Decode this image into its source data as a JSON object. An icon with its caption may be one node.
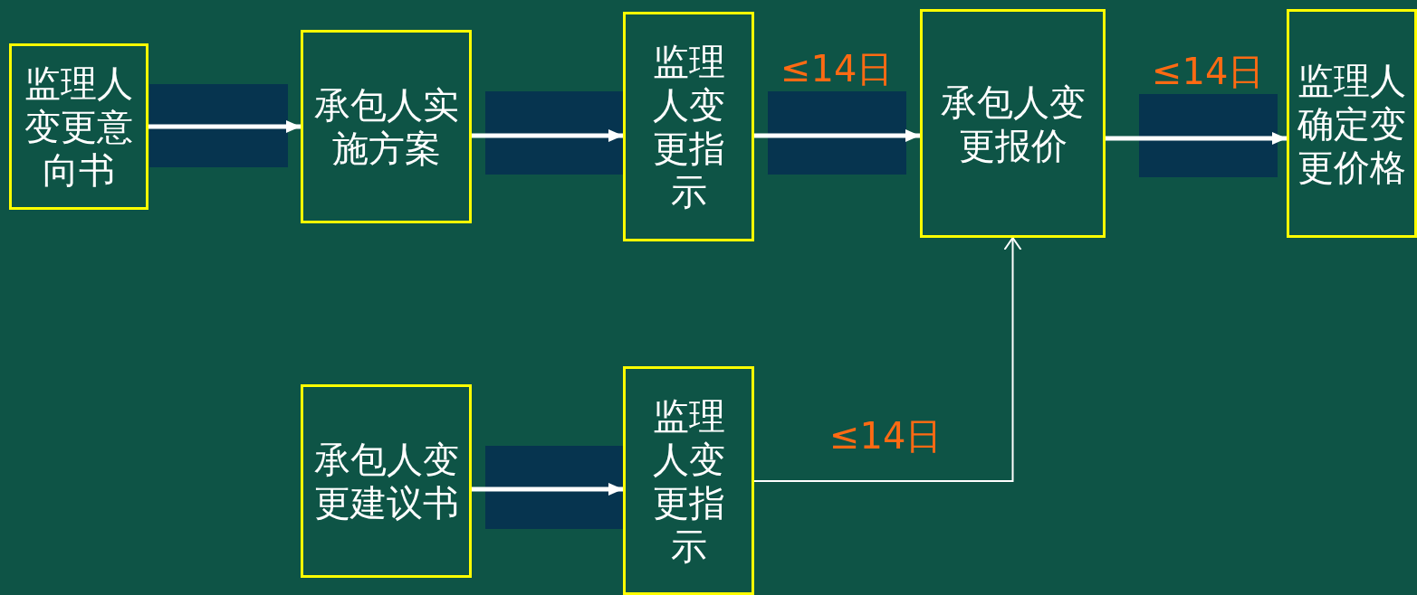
{
  "diagram": {
    "nodes": [
      {
        "text": [
          "监理人变更意向书"
        ]
      },
      {
        "text": [
          "承包人实施方案"
        ]
      },
      {
        "text": [
          "监理人变更指示"
        ]
      },
      {
        "text": [
          "承包人变更报价"
        ]
      },
      {
        "text": [
          "监理人确定变更价格"
        ]
      },
      {
        "text": [
          "承包人变更建议书"
        ]
      },
      {
        "text": [
          "监理人变更指示"
        ]
      }
    ],
    "edges": [
      {
        "from": 0,
        "to": 1,
        "arrow": "to"
      },
      {
        "from": 1,
        "to": 2,
        "arrow": "to"
      },
      {
        "from": 2,
        "to": 3,
        "arrow": "to",
        "label": "≤14日"
      },
      {
        "from": 3,
        "to": 4,
        "arrow": "to",
        "label": "≤14日"
      },
      {
        "from": 5,
        "to": 6,
        "arrow": "to"
      },
      {
        "from": 6,
        "to": 3,
        "arrow": "to",
        "label": "≤14日"
      }
    ]
  }
}
